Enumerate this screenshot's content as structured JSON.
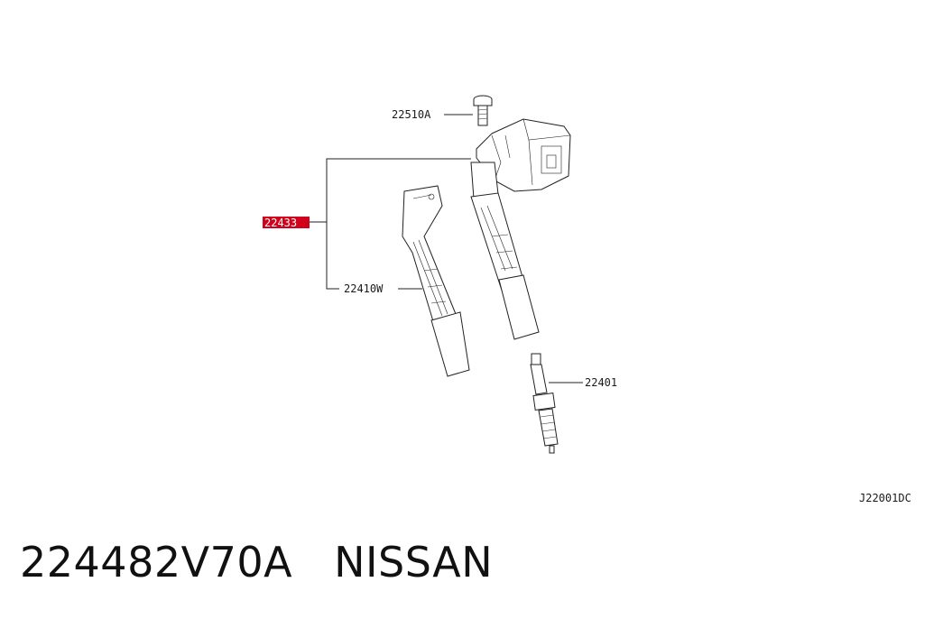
{
  "diagram": {
    "labels": {
      "bolt": "22510A",
      "assembly": "22433",
      "boot": "22410W",
      "spark_plug": "22401",
      "figure_code": "J22001DC"
    },
    "highlight_color": "#d0021b"
  },
  "footer": {
    "part_number": "224482V70A",
    "brand": "NISSAN"
  }
}
